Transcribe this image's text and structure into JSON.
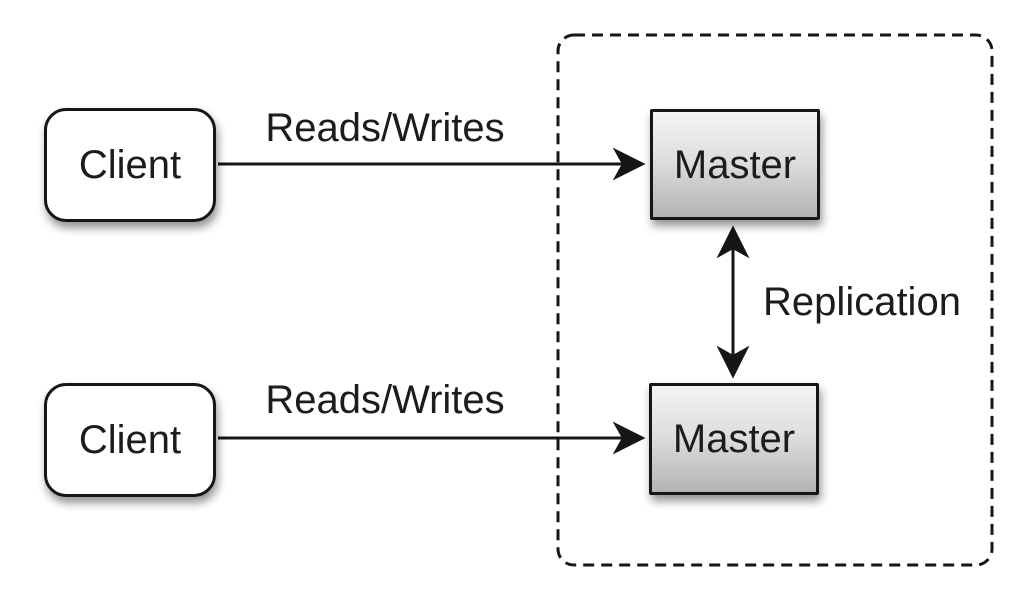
{
  "diagram": {
    "type": "architecture-diagram",
    "topic": "master-master replication",
    "colors": {
      "background": "#ffffff",
      "stroke": "#161616",
      "text": "#1c1c1c",
      "client_fill": "#ffffff",
      "master_gradient_top": "#f4f4f4",
      "master_gradient_bottom": "#b3b3b3"
    },
    "nodes": {
      "client_top": {
        "label": "Client",
        "shape": "rounded-rect"
      },
      "client_bottom": {
        "label": "Client",
        "shape": "rounded-rect"
      },
      "master_top": {
        "label": "Master",
        "shape": "rect-gradient"
      },
      "master_bottom": {
        "label": "Master",
        "shape": "rect-gradient"
      }
    },
    "edges": {
      "reads_writes_top": {
        "label": "Reads/Writes",
        "from": "client_top",
        "to": "master_top",
        "direction": "one-way"
      },
      "reads_writes_bottom": {
        "label": "Reads/Writes",
        "from": "client_bottom",
        "to": "master_bottom",
        "direction": "one-way"
      },
      "replication": {
        "label": "Replication",
        "from": "master_top",
        "to": "master_bottom",
        "direction": "two-way"
      }
    },
    "boundary": {
      "style": "dashed-rounded-rect",
      "contains": [
        "master_top",
        "master_bottom"
      ]
    }
  }
}
